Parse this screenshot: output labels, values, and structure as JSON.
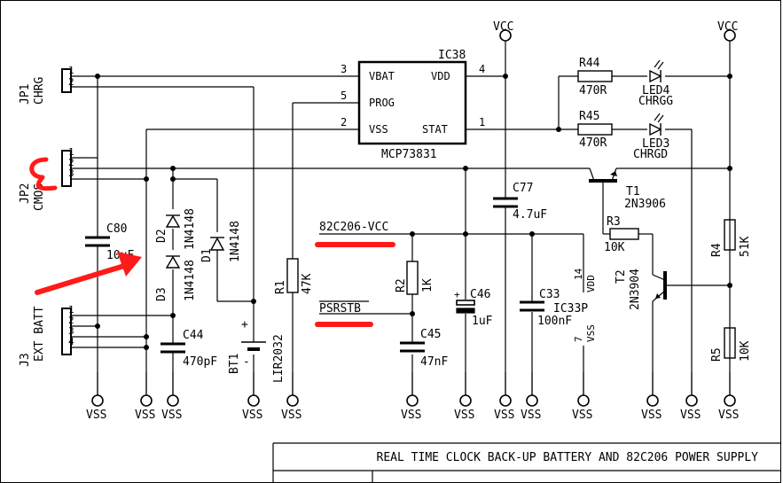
{
  "title": "REAL TIME CLOCK BACK-UP BATTERY AND 82C206 POWER SUPPLY",
  "connectors": {
    "jp1": {
      "ref": "JP1",
      "name": "CHRG",
      "pins": [
        "1",
        "2"
      ]
    },
    "jp2": {
      "ref": "JP2",
      "name": "CMOS",
      "pins": [
        "1",
        "2",
        "3"
      ]
    },
    "j3": {
      "ref": "J3",
      "name": "EXT BATT",
      "pins": [
        "1",
        "2",
        "3",
        "4"
      ]
    }
  },
  "ic38": {
    "ref": "IC38",
    "part": "MCP73831",
    "pins": {
      "vbat": "VBAT",
      "prog": "PROG",
      "vss": "VSS",
      "vdd": "VDD",
      "stat": "STAT"
    },
    "pin_numbers": {
      "vbat": "3",
      "prog": "5",
      "vss": "2",
      "vdd": "4",
      "stat": "1"
    }
  },
  "ic33p": {
    "ref": "IC33P",
    "vdd": "VDD",
    "vdd_pin": "14",
    "vss": "VSS",
    "vss_pin": "7"
  },
  "components": {
    "r44": {
      "ref": "R44",
      "value": "470R"
    },
    "r45": {
      "ref": "R45",
      "value": "470R"
    },
    "led4": {
      "ref": "LED4",
      "value": "CHRGG"
    },
    "led3": {
      "ref": "LED3",
      "value": "CHRGD"
    },
    "c77": {
      "ref": "C77",
      "value": "4.7uF"
    },
    "c80": {
      "ref": "C80",
      "value": "10uF"
    },
    "d2": {
      "ref": "D2",
      "value": "1N4148"
    },
    "d3": {
      "ref": "D3",
      "value": "1N4148"
    },
    "d1": {
      "ref": "D1",
      "value": "1N4148"
    },
    "r1": {
      "ref": "R1",
      "value": "47K"
    },
    "r2": {
      "ref": "R2",
      "value": "1K"
    },
    "c46": {
      "ref": "C46",
      "value": "1uF"
    },
    "c33": {
      "ref": "C33",
      "value": "100nF"
    },
    "c44": {
      "ref": "C44",
      "value": "470pF"
    },
    "c45": {
      "ref": "C45",
      "value": "47nF"
    },
    "bt1": {
      "ref": "BT1",
      "value": "LIR2032"
    },
    "t1": {
      "ref": "T1",
      "value": "2N3906"
    },
    "t2": {
      "ref": "T2",
      "value": "2N3904"
    },
    "r3": {
      "ref": "R3",
      "value": "10K"
    },
    "r4": {
      "ref": "R4",
      "value": "51K"
    },
    "r5": {
      "ref": "R5",
      "value": "10K"
    }
  },
  "nets": {
    "vcc": "VCC",
    "vss": "VSS",
    "vcc_82c206": "82C206-VCC",
    "psrstb": "PSRSTB"
  },
  "polarity": {
    "plus": "+",
    "minus": "-"
  },
  "annotation_color": "#ff1a1a"
}
